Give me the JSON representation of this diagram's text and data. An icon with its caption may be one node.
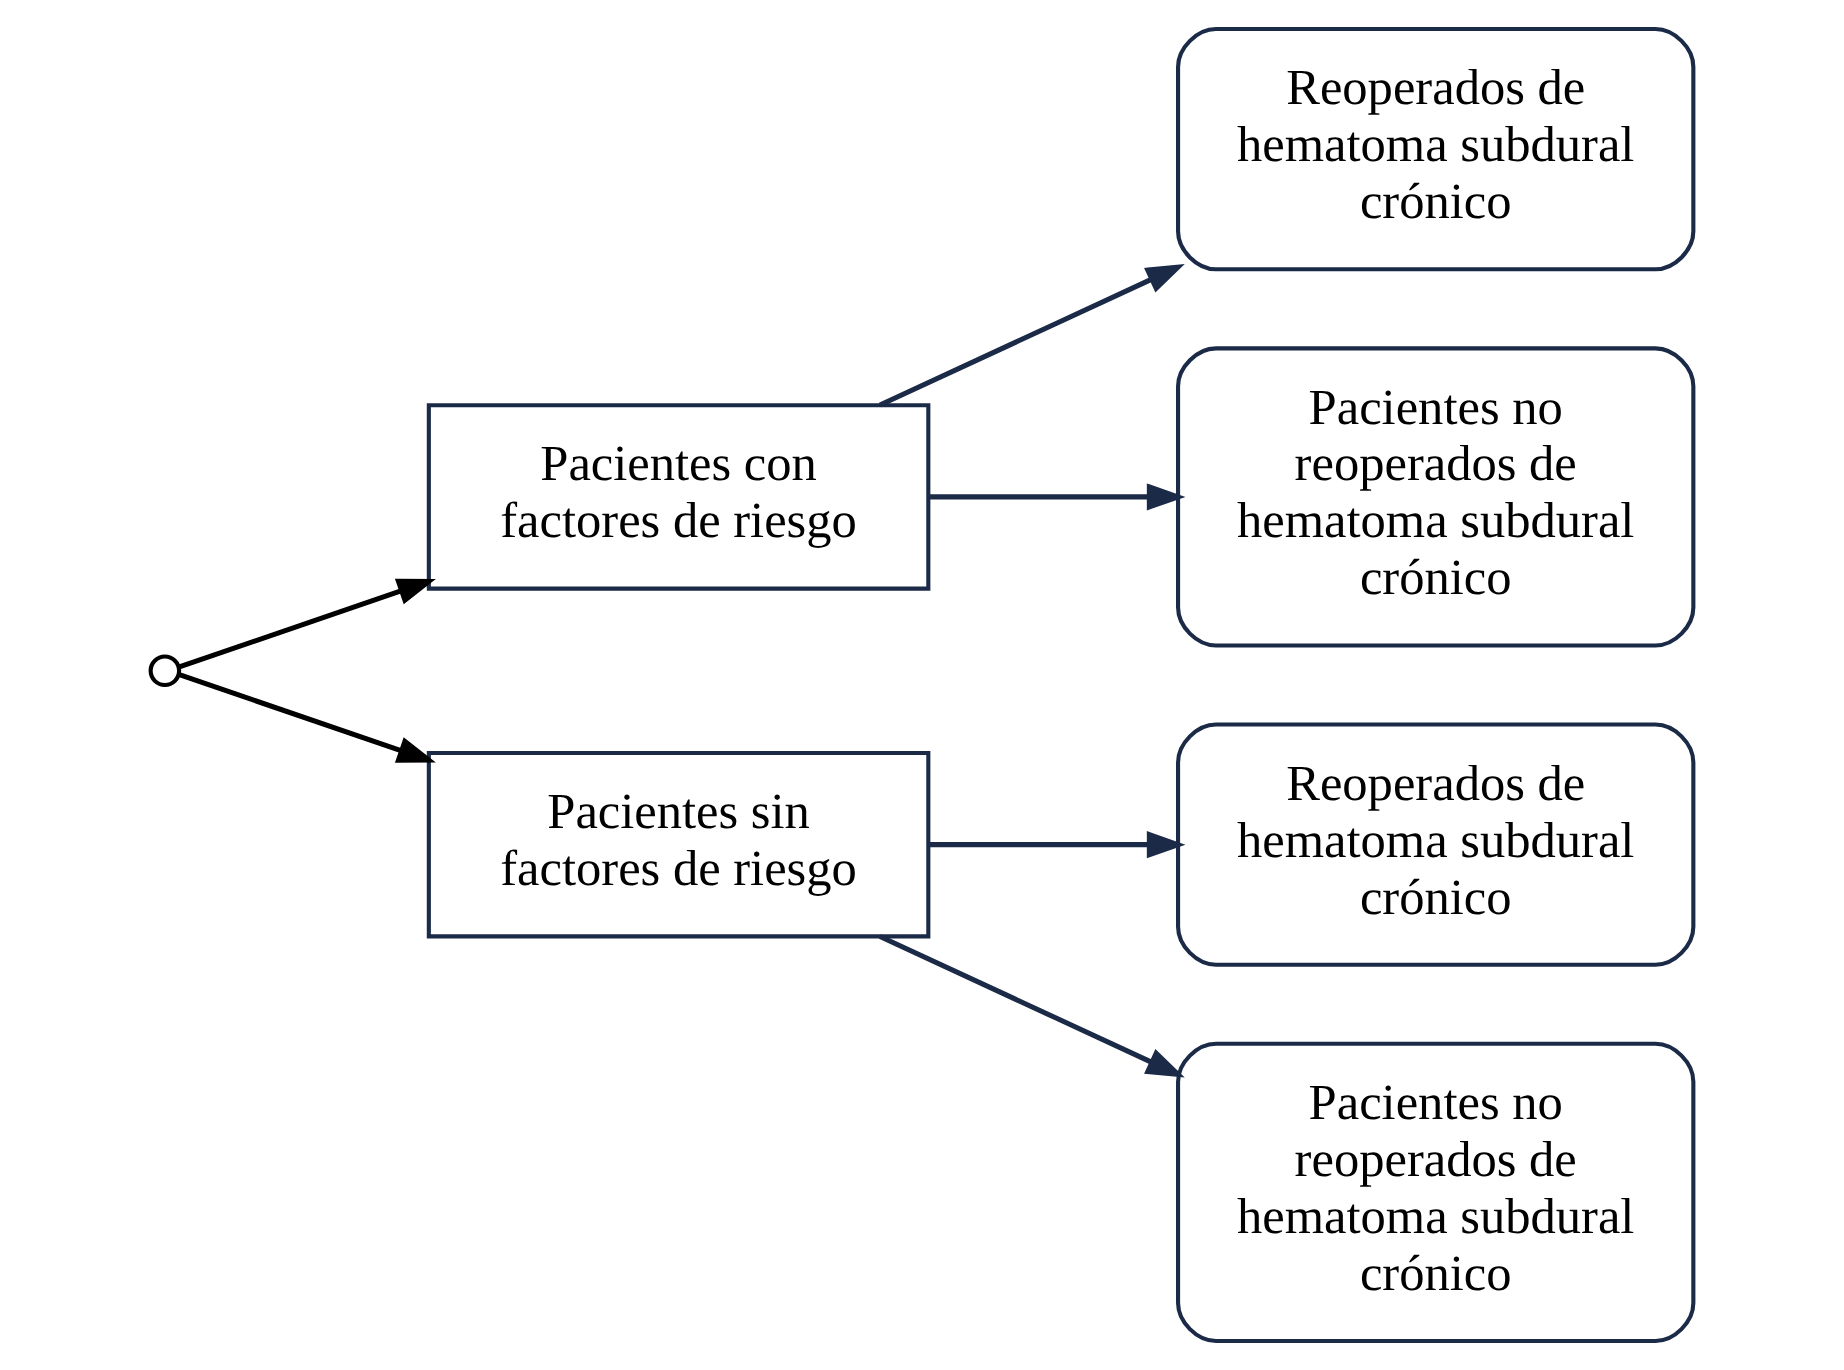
{
  "diagram": {
    "nodes": [
      {
        "text": [],
        "shape": "circle"
      },
      {
        "text": [
          "Pacientes con factores de riesgo"
        ]
      },
      {
        "text": [
          "Pacientes sin factores de riesgo"
        ]
      },
      {
        "text": [
          "Reoperados de hematoma subdural crónico"
        ]
      },
      {
        "text": [
          "Pacientes no reoperados de hematoma subdural crónico"
        ]
      },
      {
        "text": [
          "Reoperados de hematoma subdural crónico"
        ]
      },
      {
        "text": [
          "Pacientes no reoperados de hematoma subdural crónico"
        ]
      }
    ],
    "edges": [
      {
        "from": 0,
        "to": 1,
        "arrow": "to",
        "color": "#000000"
      },
      {
        "from": 0,
        "to": 2,
        "arrow": "to",
        "color": "#000000"
      },
      {
        "from": 1,
        "to": 3,
        "arrow": "to"
      },
      {
        "from": 1,
        "to": 4,
        "arrow": "to"
      },
      {
        "from": 2,
        "to": 5,
        "arrow": "to"
      },
      {
        "from": 2,
        "to": 6,
        "arrow": "to"
      }
    ]
  }
}
